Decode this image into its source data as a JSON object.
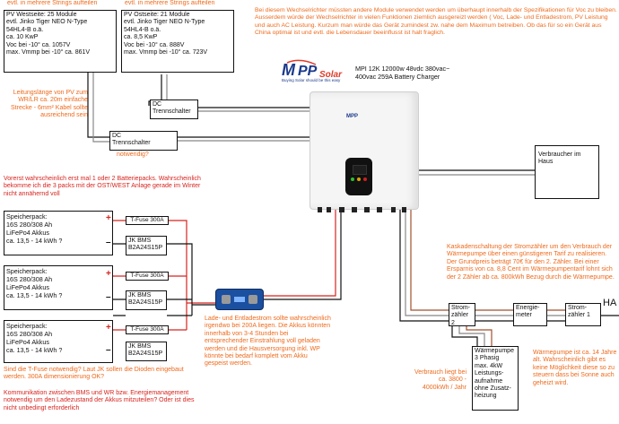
{
  "pv_west": {
    "hint": "evtl. in mehrere Strings aufteilen",
    "text": "PV Westseite: 25 Module\nevtl. Jinko Tiger NEO N-Type\n54HL4-B o.ä.\nca. 10 KwP\nVoc bei -10° ca. 1057V\nmax. Vmmp bei -10° ca. 861V"
  },
  "pv_east": {
    "hint": "evtl. in mehrere Strings aufteilen",
    "text": "PV Ostseite: 21 Module\nevtl. Jinko Tiger NEO N-Type\n54HL4-B o.ä.\nca. 8,5 KwP\nVoc bei -10° ca. 888V\nmax. Vmmp bei -10° ca. 723V"
  },
  "inverter_note": "Bei diesem Wechselrichter müssten andere Module verwendet werden um überhaupt innerhalb der Spezifikationen für Voc zu bleiben. Ausserdem würde der Wechselrichter in vielen Funktionen ziemlich ausgereizt werden  ( Voc, Lade- und Entladestrom, PV Leistung und auch AC Leistung. Kurzum man würde das Gerät zumindest zw. nahe dem Maximum betreiben. Ob das für so ein Gerät aus China optimal ist und evtl. die Lebensdauer beeinflusst ist halt fraglich.",
  "brand": {
    "logo_text": "MPP Solar",
    "tagline": "Buying Solar should be this easy",
    "model": "MPI 12K   12000w 48vdc 380vac~\n400vac  259A Battery Charger"
  },
  "cable_note": "Leitungslänge von PV zum WR/LR ca. 20m einfache Strecke - 6mm² Kabel sollte ausreichend sein",
  "dc_switch_1": {
    "label": "DC\nTrennschalter"
  },
  "dc_switch_2": {
    "label": "DC\nTrennschalter",
    "note": "notwendig?"
  },
  "battery_note": "Vorerst wahrscheinlich erst mal 1 oder 2 Batteriepacks. Wahrscheinlich bekomme ich die 3 packs mit der OST/WEST Anlage gerade im Winter nicht annähernd voll",
  "battery": {
    "text": "Speicherpack:\n16S 280/308 Ah\nLiFePo4 Akkus\nca. 13,5 - 14 kWh ?",
    "plus": "+",
    "minus": "–",
    "fuse": "T-Fuse 300A",
    "bms": "JK BMS\nB2A24S15P"
  },
  "consumer": {
    "label": "Verbraucher im\nHaus"
  },
  "cascade_note": "Kaskadenschaltung der Stromzähler um den Verbrauch der Wärmepumpe über einen günstigeren Tarif zu realisieren. Der Grundpreis beträgt 70€ für den 2. Zähler. Bei einer Ersparnis von ca. 8,8 Cent im Wärmepumpentarif lohnt sich der 2 Zähler ab ca. 800kWh Bezug durch die Wärmepumpe.",
  "meters": {
    "meter2": "Strom-\nzähler 2",
    "energy": "Energie-\nmeter",
    "meter1": "Strom-\nzähler 1",
    "grid": "HA"
  },
  "heatpump": {
    "text": "Wärmepumpe\n3 Phasig\nmax. 4kW\nLeistungs-\naufnahme\nohne Zusatz-\nheizung"
  },
  "consumption_note": "Verbrauch liegt bei ca. 3800 - 4000kWh / Jahr",
  "heatpump_note": "Wärmepumpe ist ca. 14 Jahre alt. Wahrscheinlich gibt es keine Möglichkeit diese so zu steuern dass bei Sonne auch geheizt wird.",
  "charge_note": "Lade- und Entladestrom sollte wahrscheinlich irgendwo bei 200A liegen. Die Akkus könnten innerhalb von 3-4 Stunden bei entsprechender Einstrahlung voll geladen werden und die Hausversorgung inkl. WP könnte bei bedarf komplett vom Akku gespeist werden.",
  "fuse_question": "Sind die T-Fuse notwendig? Laut JK sollen die Dioden eingebaut werden. 300A dimensionierung OK?",
  "comm_note": "Kommunikation zwischen BMS und WR bzw. Energiemanagement notwendig um den Ladezustand der Akkus mitzuteilen? Oder ist dies nicht unbedingt erforderlich",
  "colors": {
    "orange": "#ee6a1c",
    "red": "#d6241e",
    "inverter": "#f4f4f4"
  }
}
